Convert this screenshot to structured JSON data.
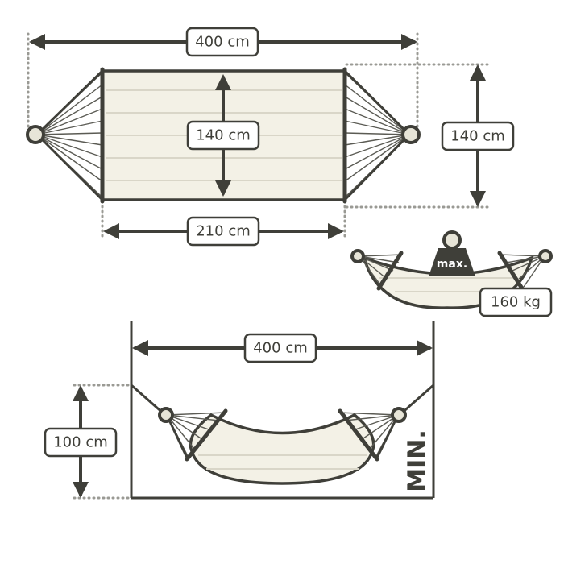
{
  "top_view": {
    "length_label": "400 cm",
    "width_label": "140 cm",
    "width_side_label": "140 cm",
    "bed_length_label": "210 cm"
  },
  "weight": {
    "max_label": "max.",
    "load_label": "160 kg"
  },
  "mounting": {
    "distance_label": "400 cm",
    "height_label": "100 cm",
    "min_label": "MIN."
  },
  "colors": {
    "line": "#3f3f39",
    "fabric": "#f3f1e6",
    "dots": "#9a9a94"
  }
}
